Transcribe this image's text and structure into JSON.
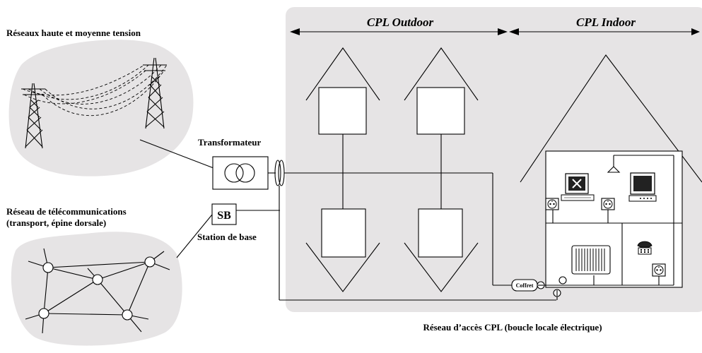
{
  "labels": {
    "hv_networks": "Réseaux haute et moyenne tension",
    "telecom_line1": "Réseau de télécommunications",
    "telecom_line2": "(transport, épine dorsale)",
    "transformer": "Transformateur",
    "sb_box": "SB",
    "base_station": "Station de base",
    "outdoor": "CPL Outdoor",
    "indoor": "CPL Indoor",
    "coffret": "Coffret",
    "access_network": "Réseau d’accès CPL (boucle locale électrique)"
  },
  "colors": {
    "region_fill": "#e6e4e5",
    "line": "#000000",
    "box_fill": "#ffffff"
  },
  "icons": {
    "pylons": "transmission-tower-icon",
    "computer": "desktop-computer-icon",
    "monitor": "tv-monitor-icon",
    "socket": "power-outlet-icon",
    "radiator": "radiator-icon",
    "phone": "telephone-icon",
    "lamp": "ceiling-lamp-icon",
    "coupler": "coupler-ring-icon"
  }
}
